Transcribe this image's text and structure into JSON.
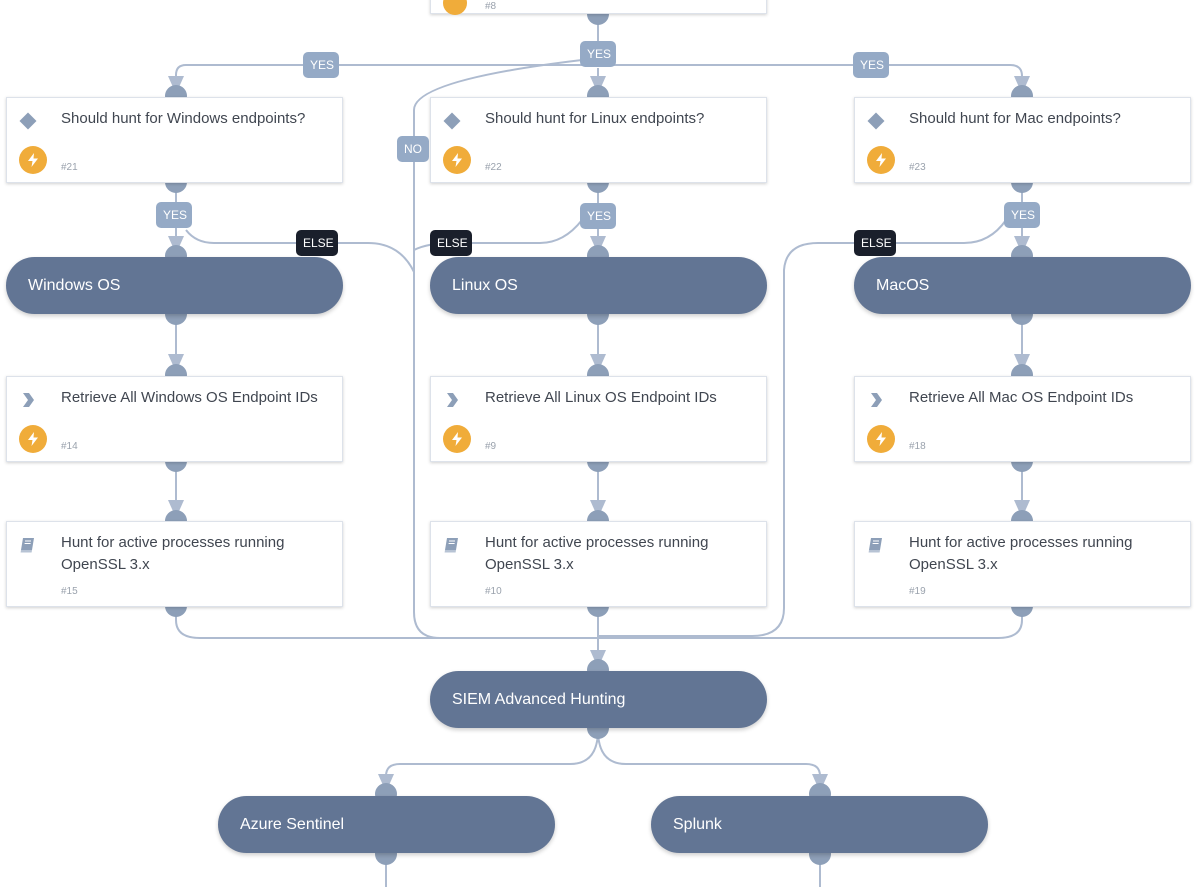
{
  "colors": {
    "section_fill": "#627594",
    "edge": "#aebbd0",
    "port": "#8d9fb8",
    "yes_tag": "#95aac6",
    "else_tag": "#1a1f2b",
    "bolt": "#f0ac3a"
  },
  "icons": {
    "condition": "diamond-icon",
    "automation": "bolt-icon",
    "command": "chevron-right-icon",
    "playbook": "book-icon"
  },
  "tasks": {
    "t8": {
      "id": "#8"
    },
    "t21": {
      "label": "Should hunt for Windows endpoints?",
      "id": "#21"
    },
    "t22": {
      "label": "Should hunt for Linux endpoints?",
      "id": "#22"
    },
    "t23": {
      "label": "Should hunt for Mac endpoints?",
      "id": "#23"
    },
    "t14": {
      "label": "Retrieve All Windows OS Endpoint IDs",
      "id": "#14"
    },
    "t9": {
      "label": "Retrieve All Linux OS Endpoint IDs",
      "id": "#9"
    },
    "t18": {
      "label": "Retrieve All Mac OS Endpoint IDs",
      "id": "#18"
    },
    "t15": {
      "label": "Hunt for active processes running OpenSSL 3.x",
      "id": "#15"
    },
    "t10": {
      "label": "Hunt for active processes running OpenSSL 3.x",
      "id": "#10"
    },
    "t19": {
      "label": "Hunt for active processes running OpenSSL 3.x",
      "id": "#19"
    }
  },
  "sections": {
    "windows": "Windows OS",
    "linux": "Linux OS",
    "macos": "MacOS",
    "siem": "SIEM Advanced Hunting",
    "sentinel": "Azure Sentinel",
    "splunk": "Splunk"
  },
  "tags": {
    "yes": "YES",
    "no": "NO",
    "else": "ELSE"
  }
}
